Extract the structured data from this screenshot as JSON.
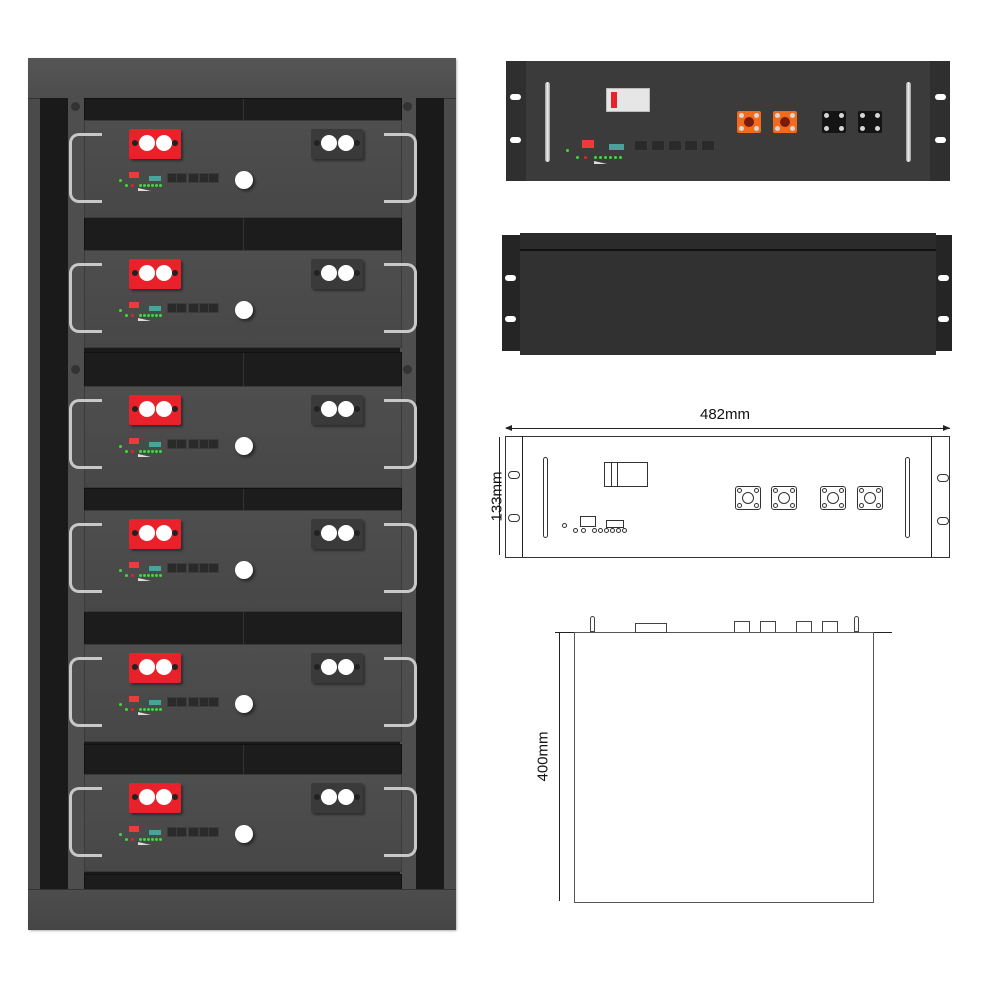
{
  "product": {
    "name": "Rack-mounted battery module",
    "colors": {
      "chassis": "#4a4a4a",
      "positive_terminal": "#e8212a",
      "negative_terminal": "#3a3a3a",
      "orange_connector": "#f26a1b",
      "status_led": "#3bdc36",
      "teal_indicator": "#4aa39a"
    }
  },
  "rack_view": {
    "module_count": 6,
    "modules": [
      {
        "id": 1
      },
      {
        "id": 2
      },
      {
        "id": 3
      },
      {
        "id": 4
      },
      {
        "id": 5
      },
      {
        "id": 6
      }
    ]
  },
  "front_view": {
    "rj45_ports": 5,
    "power_connectors": [
      "orange",
      "orange",
      "black",
      "black"
    ]
  },
  "dimensions": {
    "width_label": "482mm",
    "height_label": "133mm",
    "depth_label": "400mm"
  }
}
